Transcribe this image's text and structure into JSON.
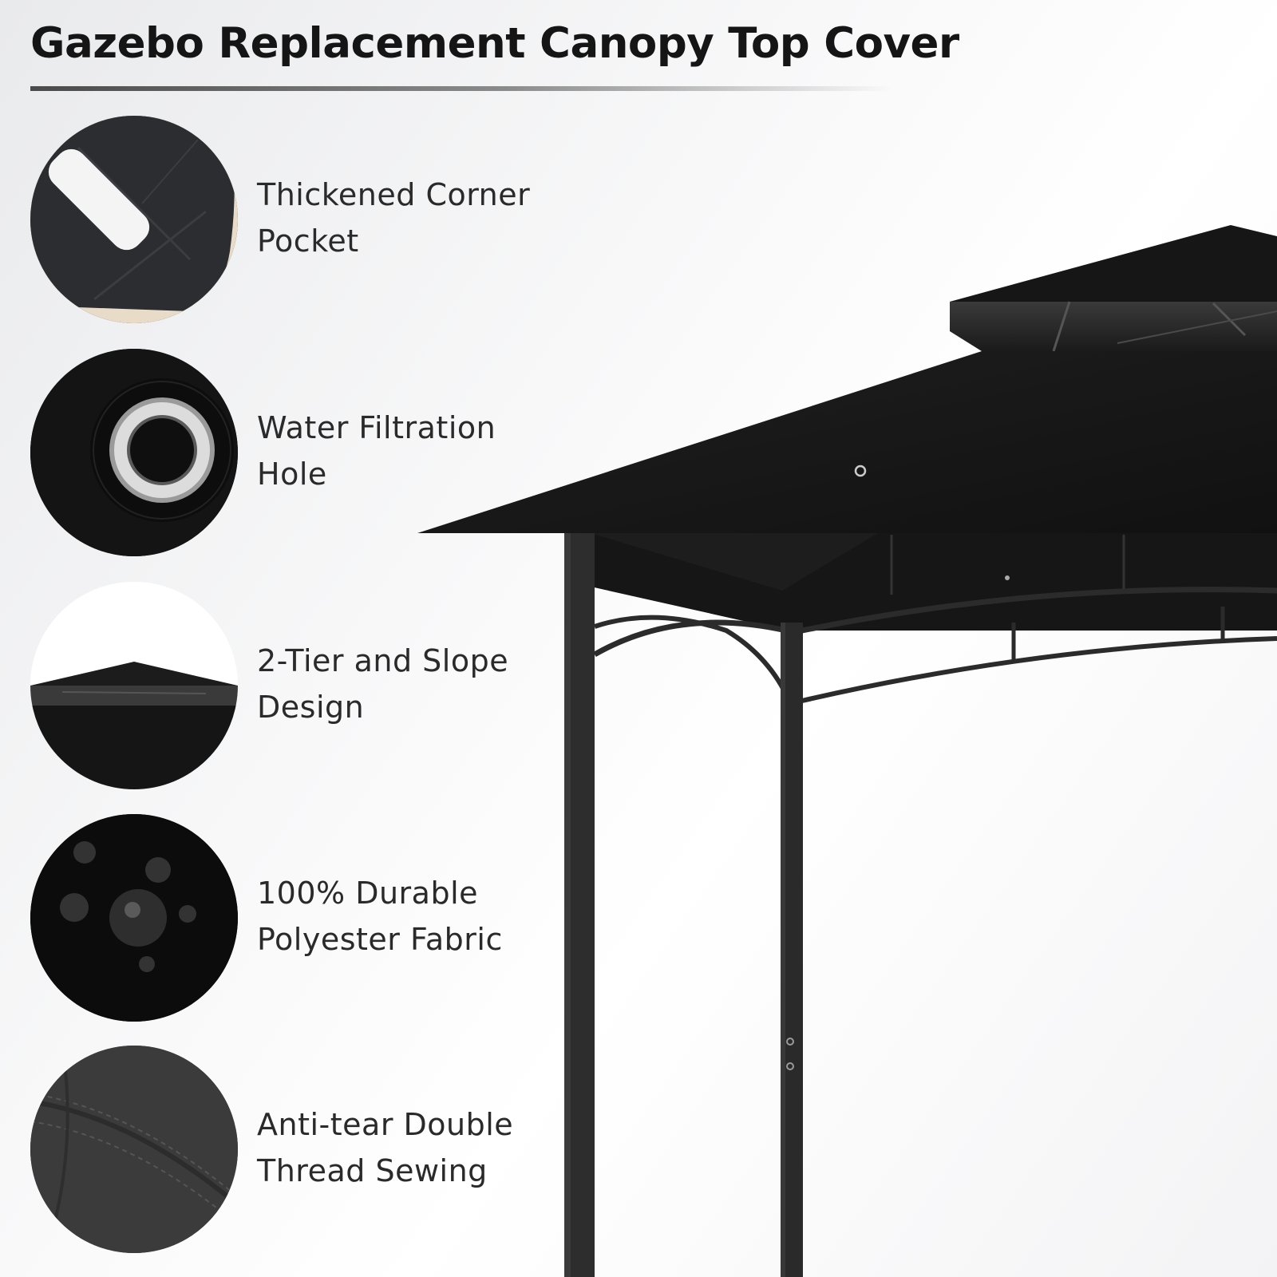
{
  "title": "Gazebo Replacement Canopy Top Cover",
  "features": [
    {
      "line1": "Thickened Corner",
      "line2": "Pocket",
      "icon": "corner-pocket-icon"
    },
    {
      "line1": "Water Filtration",
      "line2": "Hole",
      "icon": "grommet-icon"
    },
    {
      "line1": "2-Tier and Slope",
      "line2": "Design",
      "icon": "two-tier-roof-icon"
    },
    {
      "line1": "100% Durable",
      "line2": "Polyester Fabric",
      "icon": "water-droplets-icon"
    },
    {
      "line1": "Anti-tear Double",
      "line2": "Thread Sewing",
      "icon": "double-stitching-icon"
    }
  ],
  "colors": {
    "canopy": "#1c1c1c",
    "frame": "#2b2b2b",
    "text": "#2a2a2a"
  }
}
